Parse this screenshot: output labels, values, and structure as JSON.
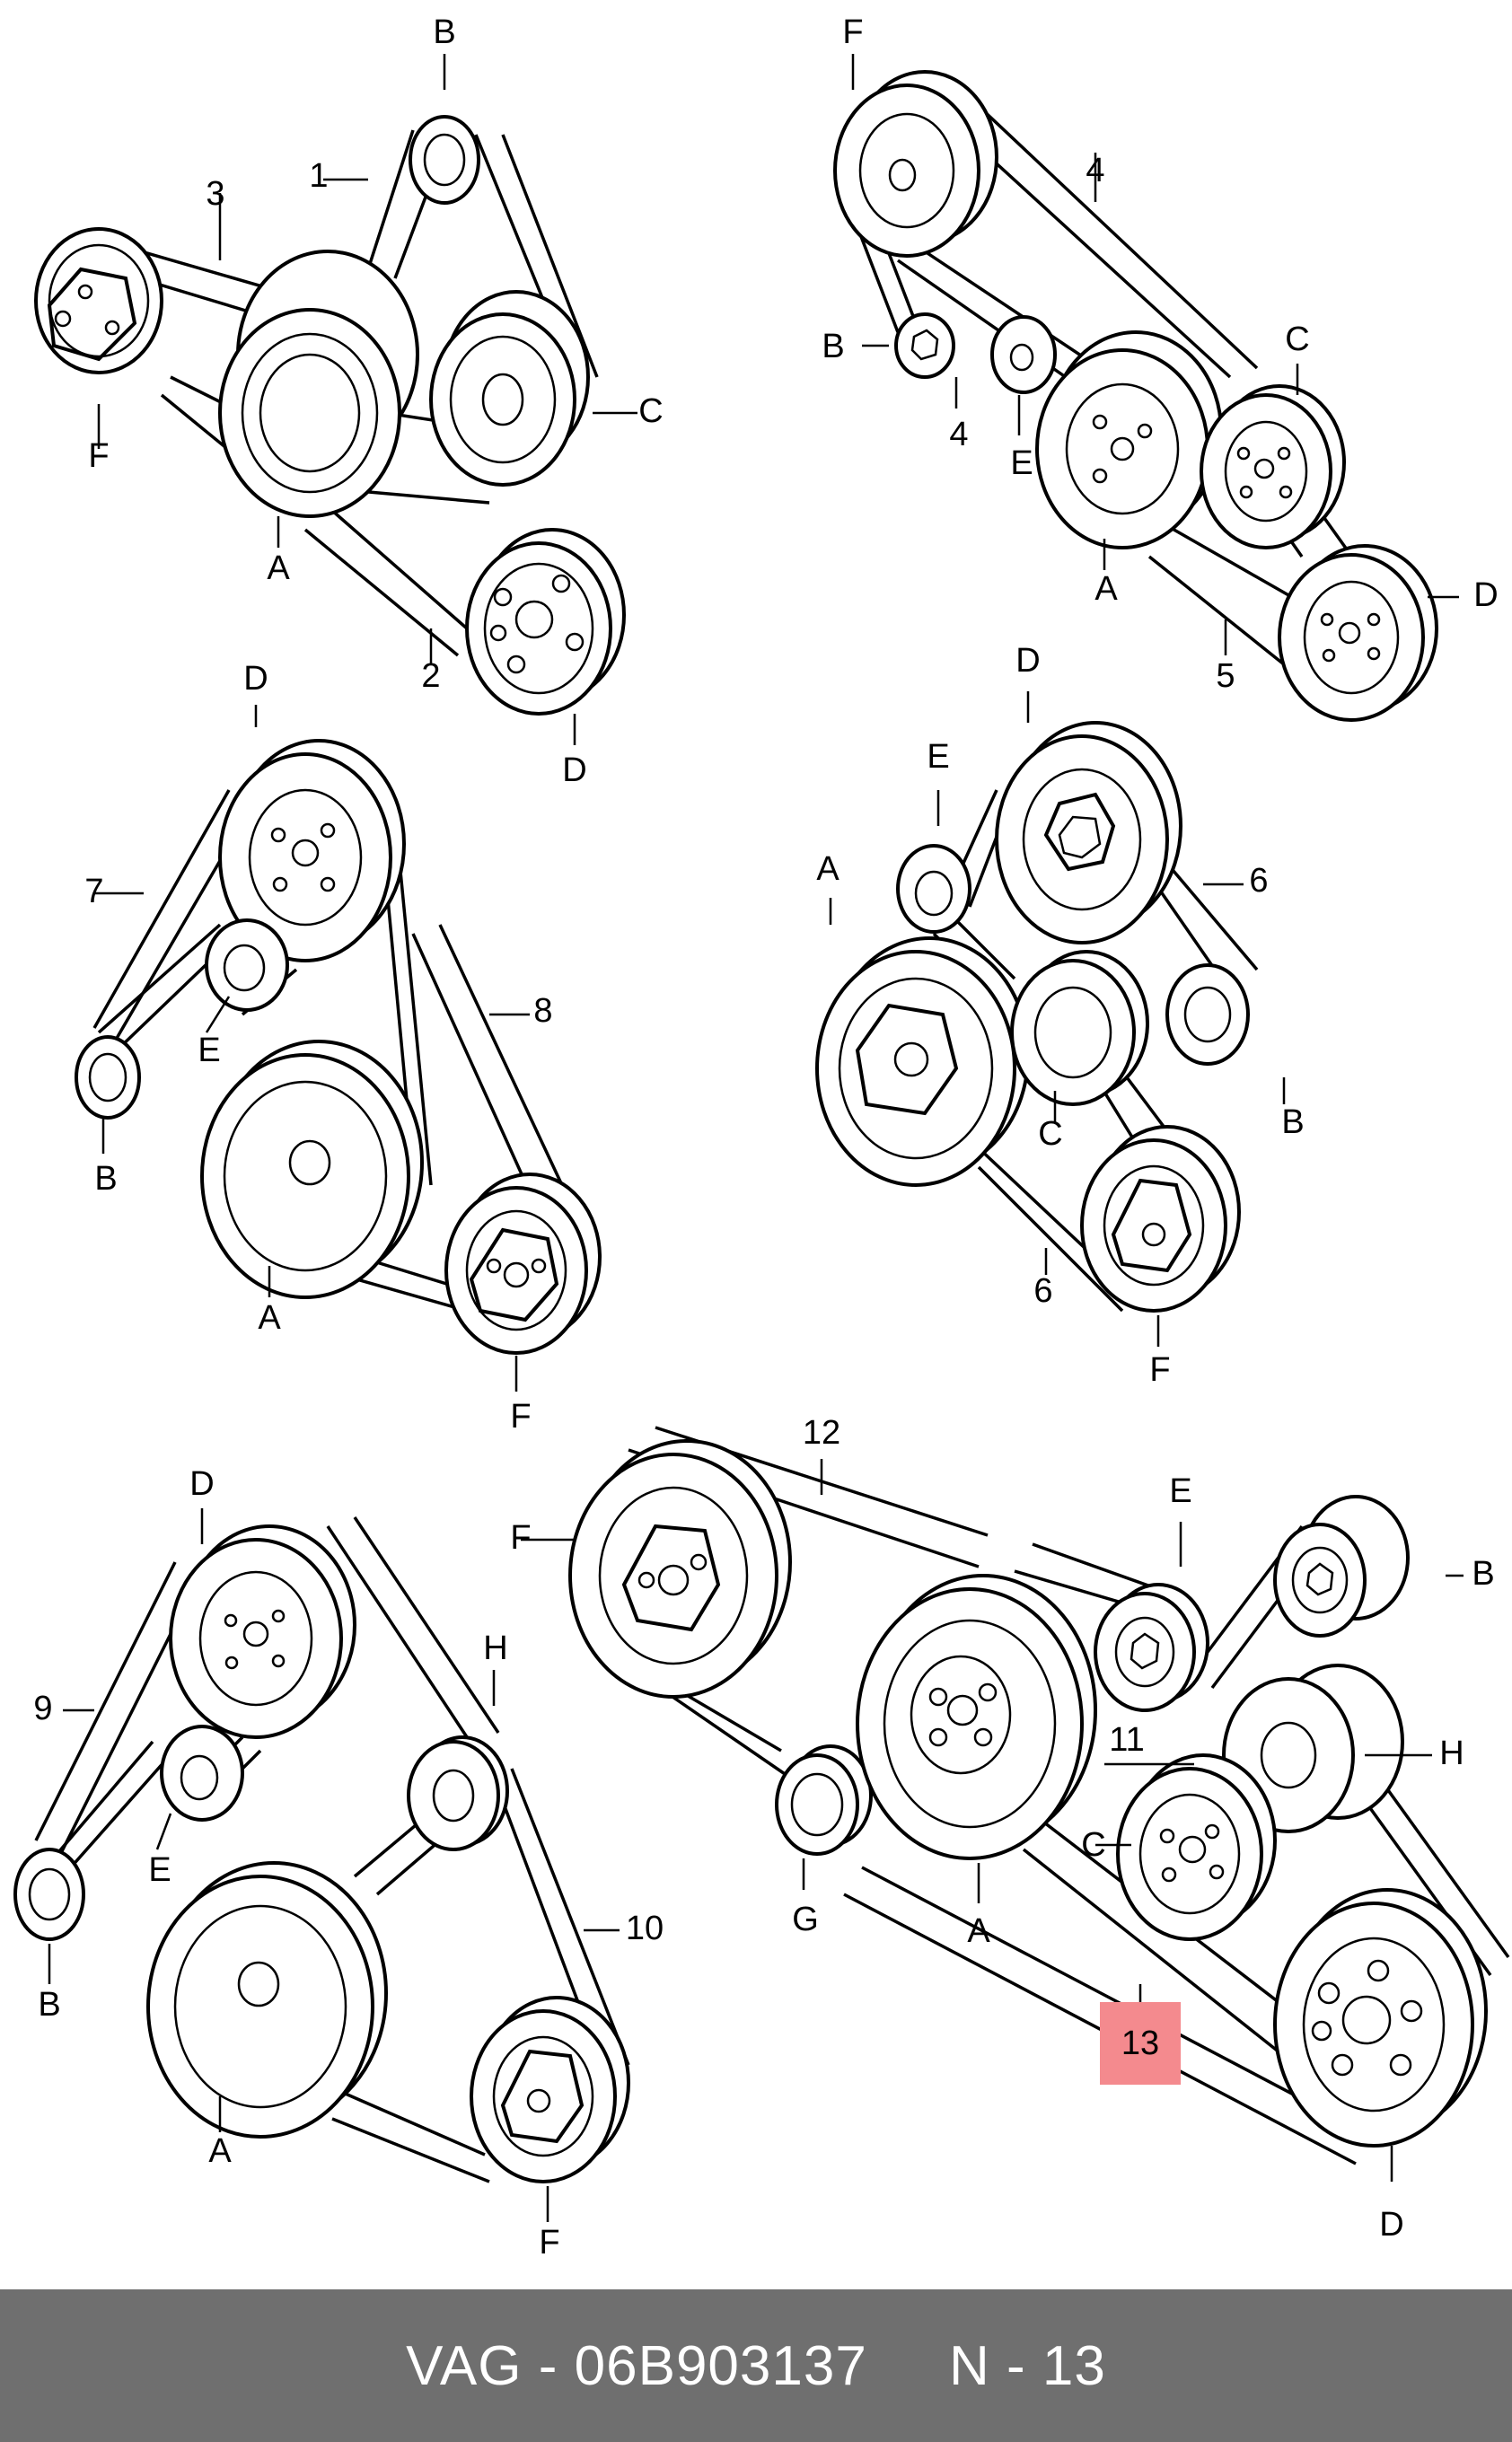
{
  "footer": {
    "brand": "VAG",
    "separator": " - ",
    "part_number": "06B903137",
    "gap": "     ",
    "ref_prefix": "N - ",
    "ref_number": "13"
  },
  "diagram": {
    "highlight_color": "#f48a8e",
    "footer_color": "#6f6f6f",
    "groups": [
      {
        "callouts": [
          "B",
          "1",
          "3",
          "C",
          "F",
          "A",
          "2",
          "D"
        ]
      },
      {
        "callouts": [
          "F",
          "4",
          "B",
          "4",
          "E",
          "C",
          "A",
          "D",
          "5"
        ]
      },
      {
        "callouts": [
          "D",
          "7",
          "8",
          "E",
          "B",
          "A",
          "F"
        ]
      },
      {
        "callouts": [
          "D",
          "E",
          "A",
          "6",
          "C",
          "B",
          "6",
          "F"
        ]
      },
      {
        "callouts": [
          "D",
          "9",
          "H",
          "E",
          "10",
          "B",
          "A",
          "F"
        ]
      },
      {
        "callouts": [
          "12",
          "F",
          "E",
          "B",
          "11",
          "H",
          "C",
          "G",
          "A",
          "13",
          "D"
        ]
      }
    ],
    "highlighted_callout": "13"
  }
}
